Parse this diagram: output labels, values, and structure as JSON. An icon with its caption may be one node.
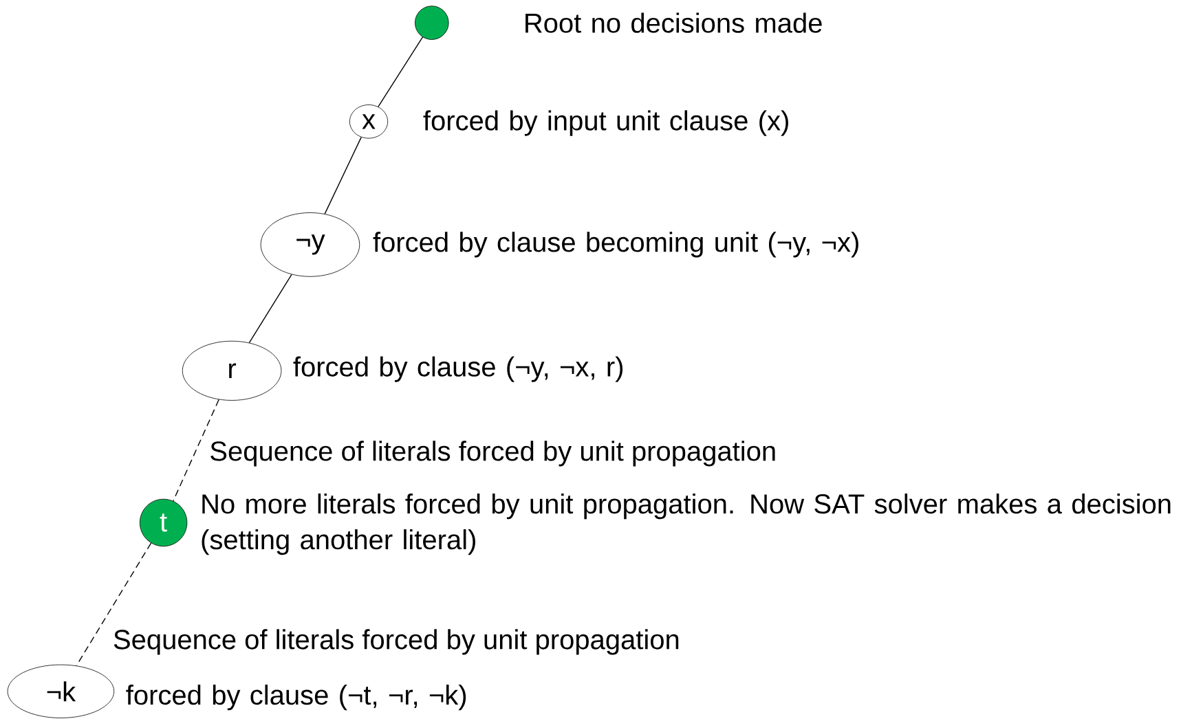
{
  "diagram": {
    "nodes": [
      {
        "text": [],
        "shape": "circle",
        "beside": [
          "Root no decisions made"
        ]
      },
      {
        "text": [
          "x"
        ],
        "beside": [
          "forced by input unit clause (x)"
        ]
      },
      {
        "text": [
          "¬y"
        ],
        "beside": [
          "forced by clause becoming unit (¬y, ¬x)"
        ]
      },
      {
        "text": [
          "r"
        ],
        "beside": [
          "forced by clause (¬y, ¬x, r)"
        ]
      },
      {
        "text": [
          "t"
        ],
        "beside": [
          "No more literals forced by unit propagation. Now SAT solver makes a decision (setting another literal)"
        ]
      },
      {
        "text": [
          "¬k"
        ],
        "beside": [
          "forced by clause (¬t, ¬r, ¬k)"
        ]
      }
    ],
    "edges": [
      {
        "from": 0,
        "to": 1,
        "arrow": "none"
      },
      {
        "from": 1,
        "to": 2,
        "arrow": "none"
      },
      {
        "from": 2,
        "to": 3,
        "arrow": "none"
      },
      {
        "from": 3,
        "to": 4,
        "arrow": "none",
        "style": "dashed"
      },
      {
        "from": 4,
        "to": 5,
        "arrow": "none",
        "style": "dashed"
      }
    ],
    "labels": [
      "Sequence of literals forced by unit propagation",
      "Sequence of literals forced by unit propagation"
    ]
  }
}
